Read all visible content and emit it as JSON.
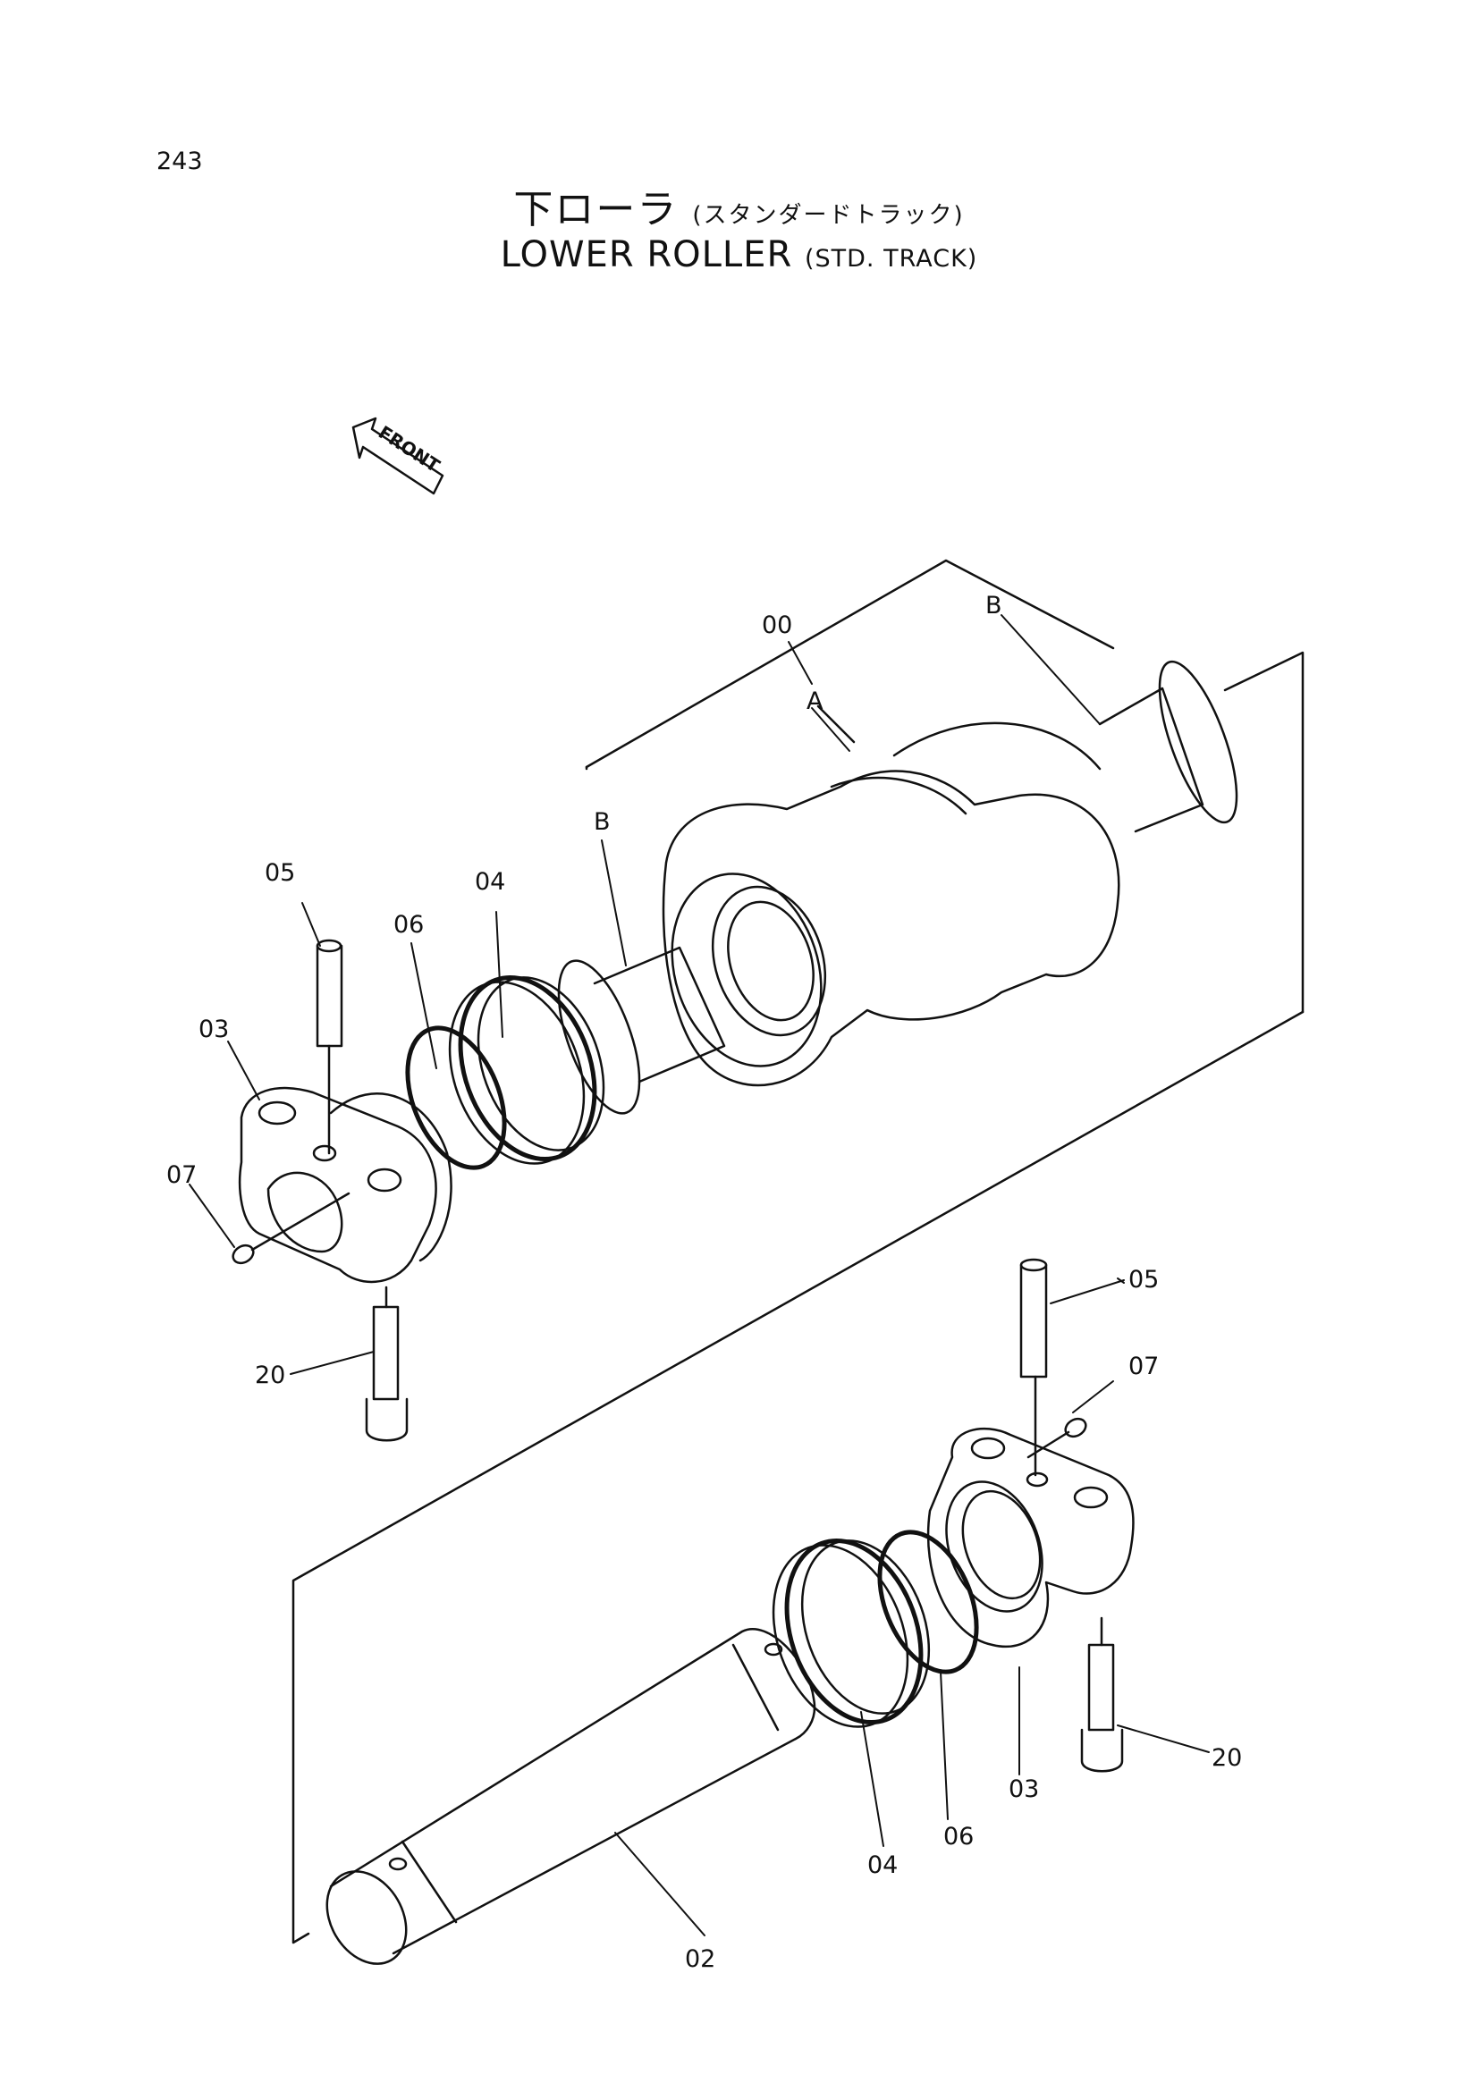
{
  "page": {
    "number": "243"
  },
  "title": {
    "japanese_main": "下ローラ",
    "japanese_sub": "(スタンダードトラック)",
    "english_main": "LOWER ROLLER",
    "english_sub": "(STD. TRACK)"
  },
  "front_marker": "FRONT",
  "callouts": {
    "assembly": "00",
    "group_a": "A",
    "group_b_top": "B",
    "group_b_left": "B",
    "shaft": "02",
    "collar_upper": "03",
    "collar_lower": "03",
    "seal_upper": "04",
    "seal_lower": "04",
    "pin_upper": "05",
    "pin_lower": "05",
    "o_ring_upper": "06",
    "o_ring_lower": "06",
    "plug_upper": "07",
    "plug_lower": "07",
    "bolt_upper": "20",
    "bolt_lower": "20"
  }
}
